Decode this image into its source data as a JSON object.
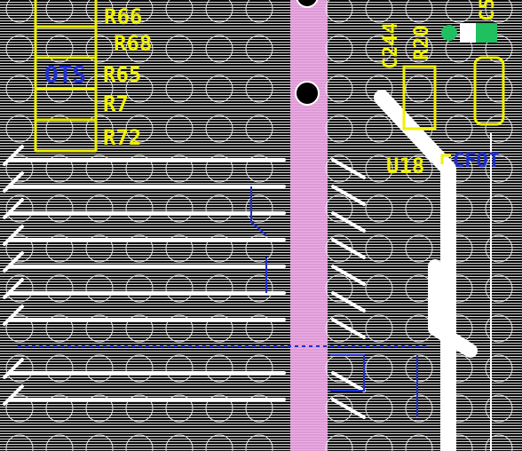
{
  "view": {
    "name": "PCB layout editor canvas"
  },
  "colors": {
    "background": "#000000",
    "scanline": "#d9d9d9",
    "silkscreen": "#f0f000",
    "copper_top": "#ffffff",
    "copper_bottom": "#1f2fd0",
    "keepout": "#f0a8e8",
    "pad_green": "#20c060"
  },
  "silkscreen_labels": {
    "r66": "R66",
    "r68": "R68",
    "r65": "R65",
    "r7": "R7",
    "r72": "R72",
    "c244": "C244",
    "r20": "R20",
    "c5": "C5",
    "u18": "U18"
  },
  "net_labels": {
    "ots": "OTS",
    "corner": "CFOT"
  }
}
